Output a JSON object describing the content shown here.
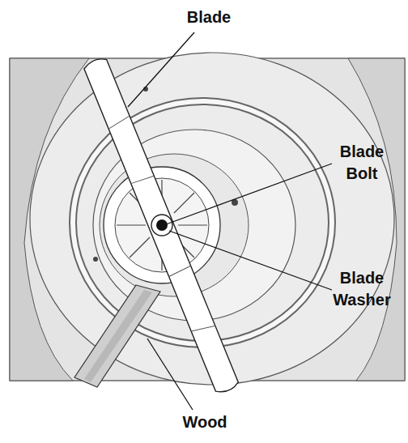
{
  "diagram": {
    "labels": [
      "Blade",
      "Blade Bolt",
      "Blade Washer",
      "Wood"
    ]
  }
}
